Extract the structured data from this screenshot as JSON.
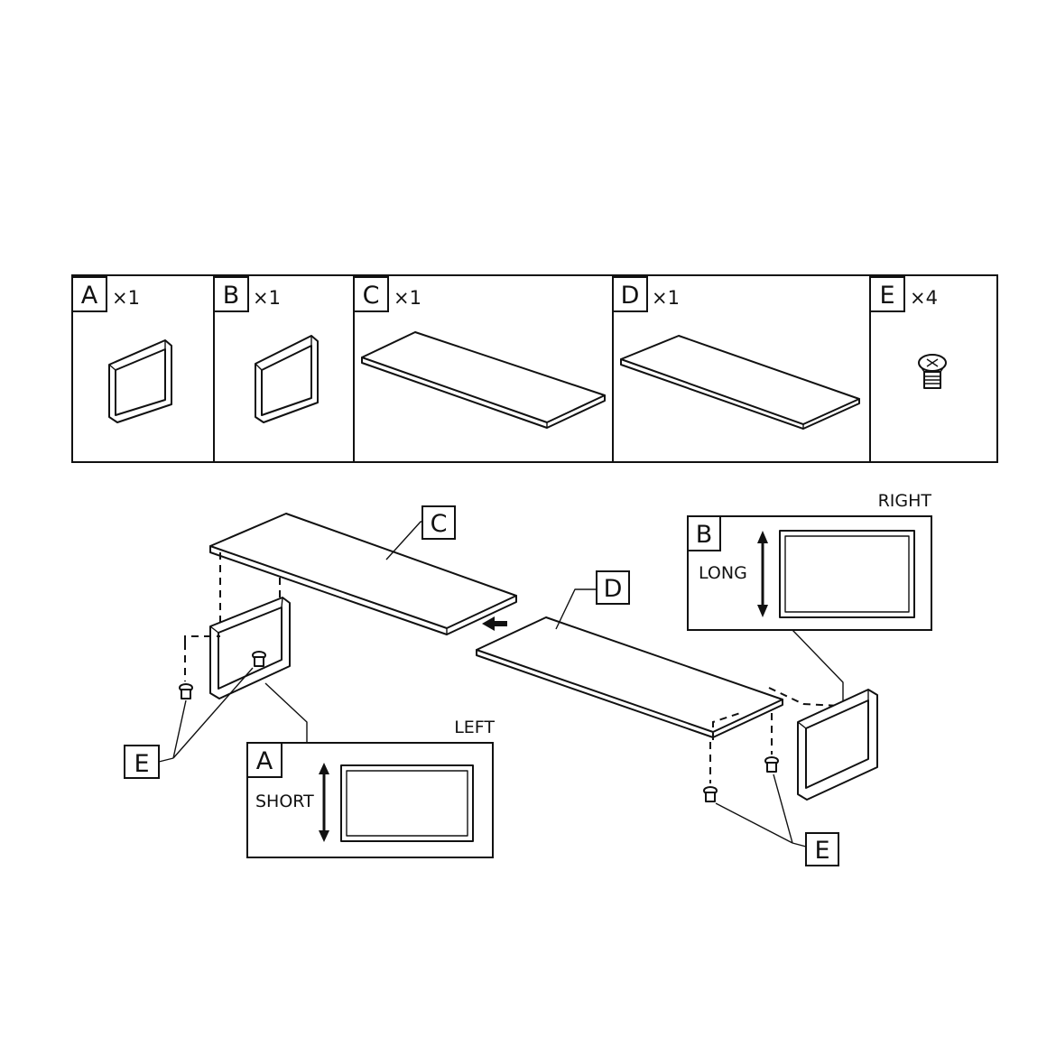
{
  "parts_list": [
    {
      "letter": "A",
      "qty": "×1",
      "icon": "short-frame-icon"
    },
    {
      "letter": "B",
      "qty": "×1",
      "icon": "long-frame-icon"
    },
    {
      "letter": "C",
      "qty": "×1",
      "icon": "top-board-icon"
    },
    {
      "letter": "D",
      "qty": "×1",
      "icon": "shelf-board-icon"
    },
    {
      "letter": "E",
      "qty": "×4",
      "icon": "screw-icon"
    }
  ],
  "assembly": {
    "callout_c": "C",
    "callout_d": "D",
    "callout_e_left": "E",
    "callout_e_right": "E",
    "left_inset": {
      "side": "LEFT",
      "letter": "A",
      "dimension": "SHORT"
    },
    "right_inset": {
      "side": "RIGHT",
      "letter": "B",
      "dimension": "LONG"
    }
  }
}
